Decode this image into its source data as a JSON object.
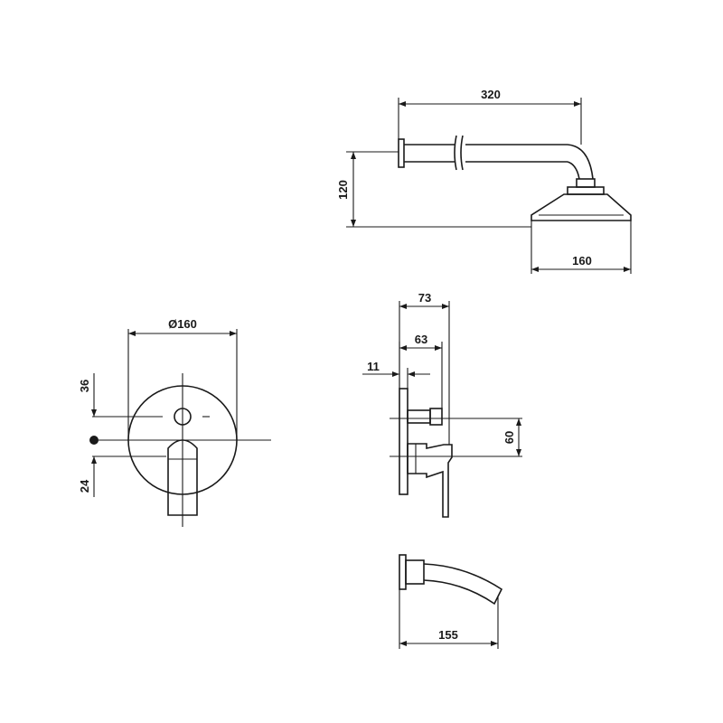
{
  "dimensions": {
    "shower_arm_length": "320",
    "shower_arm_height": "120",
    "shower_head_diameter": "160",
    "plate_diameter": "Ø160",
    "upper_offset": "36",
    "lower_offset": "24",
    "depth_total": "73",
    "depth_body": "63",
    "plate_thickness": "11",
    "handle_spacing": "60",
    "spout_length": "155"
  }
}
